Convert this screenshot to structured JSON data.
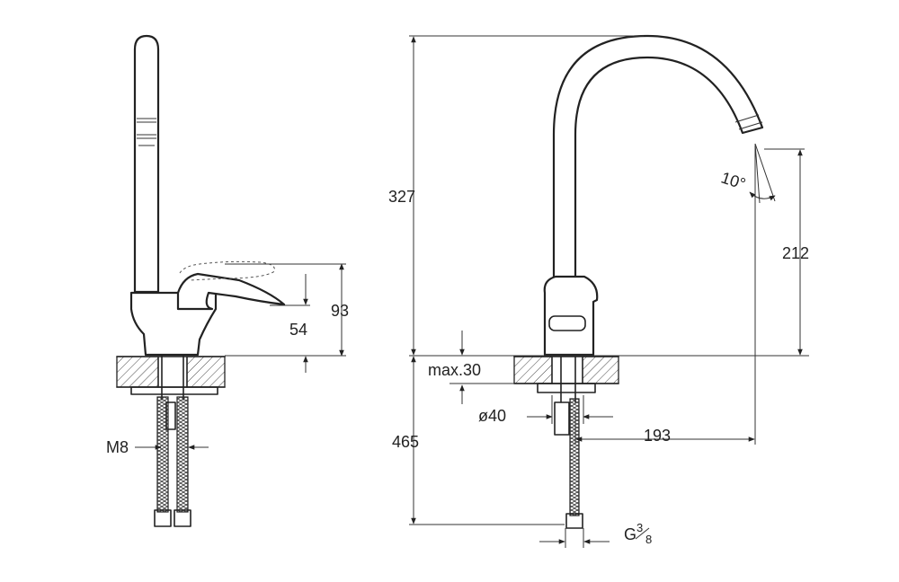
{
  "dimensions": {
    "side_height_lever": "93",
    "side_height_body": "54",
    "thread_m8": "M8",
    "height_above_counter": "327",
    "height_below_counter": "465",
    "spout_height": "212",
    "spout_angle": "10°",
    "max_counter_thickness": "max.30",
    "hole_diameter": "ø40",
    "spout_reach": "193",
    "connection_g": "G",
    "connection_g_num": "3",
    "connection_g_den": "8"
  }
}
